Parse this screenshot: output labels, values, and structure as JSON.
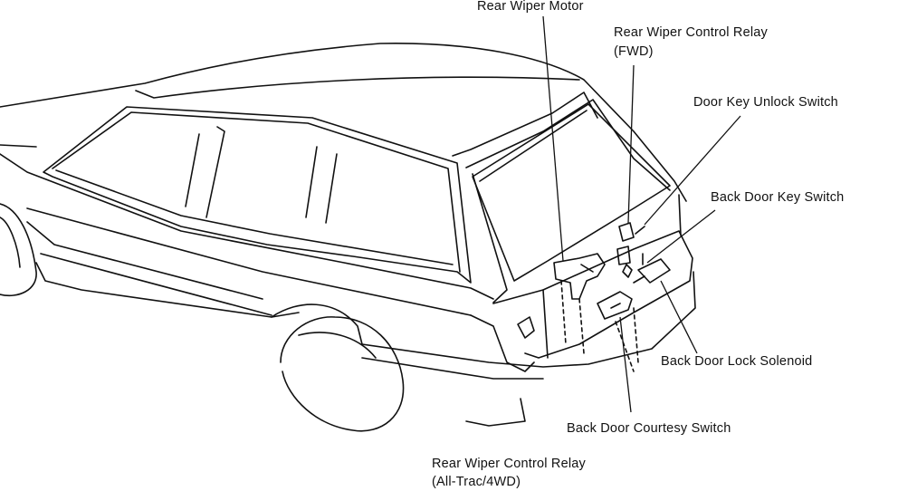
{
  "labels": {
    "rear_wiper_motor": "Rear Wiper Motor",
    "relay_fwd_line1": "Rear Wiper Control Relay",
    "relay_fwd_line2": "(FWD)",
    "door_key_unlock_switch": "Door Key Unlock Switch",
    "back_door_key_switch": "Back Door Key Switch",
    "back_door_lock_solenoid": "Back Door Lock Solenoid",
    "back_door_courtesy_switch": "Back Door Courtesy Switch",
    "relay_4wd_line1": "Rear Wiper Control Relay",
    "relay_4wd_line2": "(All-Trac/4WD)"
  }
}
